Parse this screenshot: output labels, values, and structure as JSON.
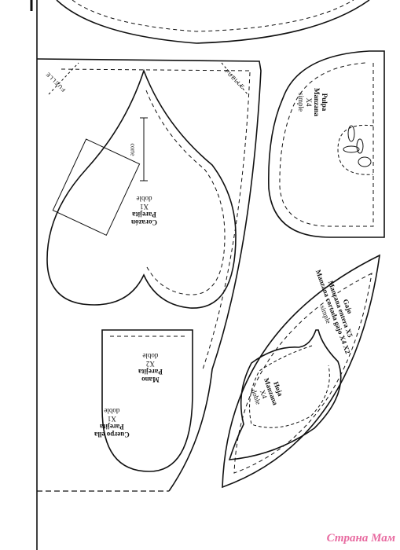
{
  "pieces": {
    "pulpa": {
      "name": "Pulpa",
      "subname": "Manzana",
      "qty": "X4",
      "note": "simple"
    },
    "corazon": {
      "name": "Corazón",
      "subname": "Parejita",
      "qty": "X1",
      "note": "doble",
      "cut": "corte"
    },
    "mano": {
      "name": "Mano",
      "subname": "Parejita",
      "qty": "X2",
      "note": "doble"
    },
    "cuerpo": {
      "name": "Cuerpo ella",
      "subname": "Parejita",
      "qty": "X1",
      "note": "doble"
    },
    "gajo": {
      "line1": "Gajo",
      "line2": "Manzana entera X5",
      "line3": "Manzana cortada gajo X4 X2",
      "note": "simple"
    },
    "hoja": {
      "name": "Hoja",
      "subname": "Manzana",
      "qty": "X4",
      "note": "doble"
    }
  },
  "fuelle_left": "FUELLE",
  "fuelle_right": "FUELLE",
  "watermark": "Страна Мам"
}
